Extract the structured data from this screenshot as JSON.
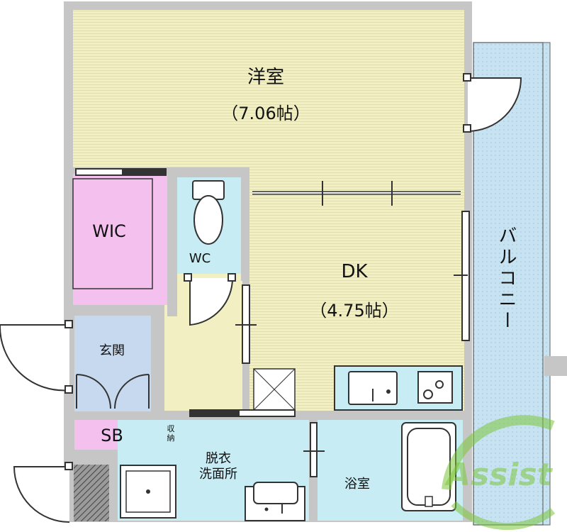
{
  "rooms": {
    "western": {
      "name": "洋室",
      "size": "（7.06帖）"
    },
    "dk": {
      "name": "DK",
      "size": "（4.75帖）"
    },
    "wic": {
      "name": "WIC"
    },
    "wc": {
      "name": "WC"
    },
    "entrance": {
      "name": "玄関"
    },
    "sb": {
      "name": "SB"
    },
    "storage": {
      "line1": "収",
      "line2": "納"
    },
    "dressing": {
      "line1": "脱衣",
      "line2": "洗面所"
    },
    "bath": {
      "name": "浴室"
    },
    "balcony": {
      "name": "バルコニー"
    }
  },
  "watermark": {
    "text": "Assist"
  },
  "colors": {
    "western_floor": "#f2f0c2",
    "dk_floor": "#f2f0c2",
    "wic": "#f4c0ee",
    "wc": "#c7ecf4",
    "entrance": "#c7d9ef",
    "balcony": "#c7e3f2",
    "wet_area": "#c7ecf4",
    "wall": "#c6c6c6",
    "watermark": "#7cc63a"
  }
}
